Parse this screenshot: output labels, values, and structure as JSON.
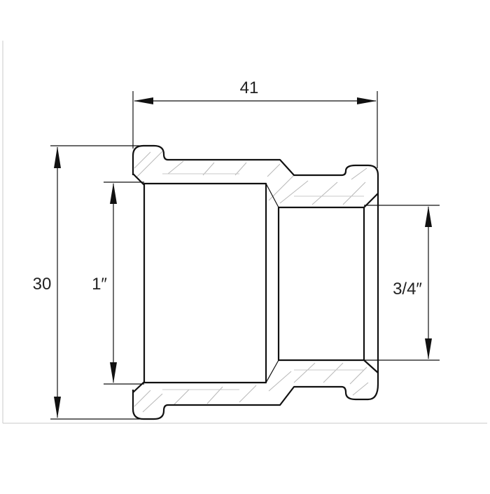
{
  "drawing": {
    "title": "",
    "dimensions": {
      "overall_length": "41",
      "overall_height": "30",
      "large_thread": "1″",
      "small_thread": "3/4″"
    },
    "colors": {
      "line": "#111111",
      "section_hatch": "#b8b8b8",
      "frame": "#c8c8c8",
      "background": "#ffffff"
    }
  }
}
